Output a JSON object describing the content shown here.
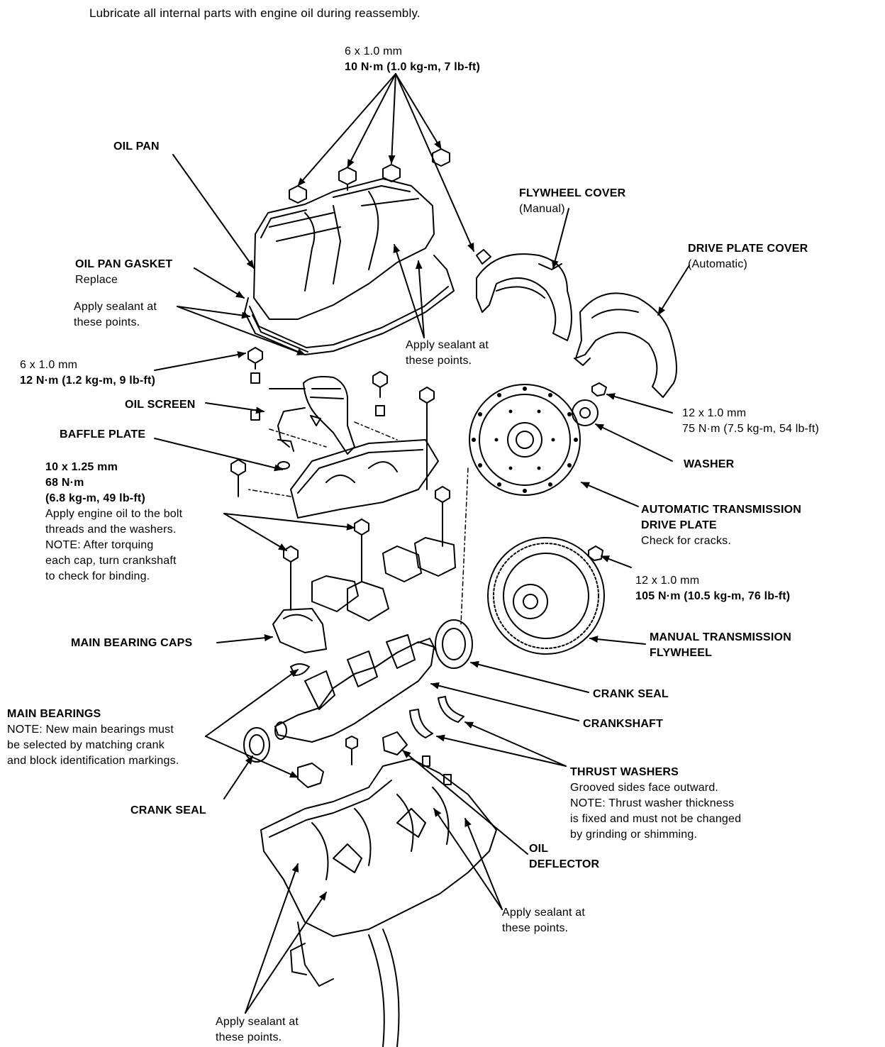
{
  "header_note": "Lubricate all internal parts with engine oil during reassembly.",
  "labels": {
    "top_bolt": {
      "size": "6 x 1.0 mm",
      "torque": "10 N·m (1.0 kg-m, 7 lb-ft)"
    },
    "oil_pan": "OIL PAN",
    "oil_pan_gasket": {
      "name": "OIL PAN GASKET",
      "note": "Replace"
    },
    "sealant_oil_pan_left": [
      "Apply sealant at",
      "these points."
    ],
    "sealant_oil_pan_right": [
      "Apply sealant at",
      "these points."
    ],
    "side_bolt": {
      "size": "6 x 1.0 mm",
      "torque": "12 N·m (1.2 kg-m, 9 lb-ft)"
    },
    "oil_screen": "OIL SCREEN",
    "baffle_plate": "BAFFLE PLATE",
    "main_cap_bolt": {
      "size": "10 x 1.25 mm",
      "torque_nm": "68 N·m",
      "torque_alt": "(6.8 kg-m, 49 lb-ft)",
      "notes": [
        "Apply engine oil to the bolt",
        "threads and the washers.",
        "NOTE: After torquing",
        "each cap, turn crankshaft",
        "to check for binding."
      ]
    },
    "main_bearing_caps": "MAIN BEARING CAPS",
    "main_bearings": {
      "name": "MAIN BEARINGS",
      "notes": [
        "NOTE: New main bearings must",
        "be selected by matching crank",
        "and block identification markings."
      ]
    },
    "crank_seal_bottom": "CRANK SEAL",
    "flywheel_cover": {
      "name": "FLYWHEEL COVER",
      "note": "(Manual)"
    },
    "drive_plate_cover": {
      "name": "DRIVE PLATE COVER",
      "note": "(Automatic)"
    },
    "drive_plate_bolt": {
      "size": "12 x 1.0 mm",
      "torque": "75 N·m (7.5 kg-m, 54 lb-ft)"
    },
    "washer": "WASHER",
    "auto_drive_plate": {
      "name_line1": "AUTOMATIC TRANSMISSION",
      "name_line2": "DRIVE PLATE",
      "note": "Check for cracks."
    },
    "flywheel_bolt": {
      "size": "12 x 1.0 mm",
      "torque": "105 N·m (10.5 kg-m, 76 lb-ft)"
    },
    "manual_flywheel": {
      "name_line1": "MANUAL TRANSMISSION",
      "name_line2": "FLYWHEEL"
    },
    "crank_seal_right": "CRANK SEAL",
    "crankshaft": "CRANKSHAFT",
    "thrust_washers": {
      "name": "THRUST WASHERS",
      "notes": [
        "Grooved sides face outward.",
        "NOTE: Thrust washer thickness",
        "is fixed and must not be changed",
        "by grinding or shimming."
      ]
    },
    "oil_deflector": [
      "OIL",
      "DEFLECTOR"
    ],
    "sealant_block_right": [
      "Apply sealant at",
      "these points."
    ],
    "sealant_block_bottom": [
      "Apply sealant at",
      "these points."
    ]
  }
}
